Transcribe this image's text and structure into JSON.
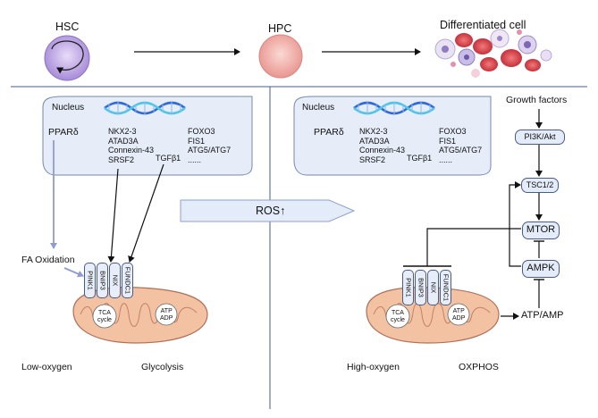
{
  "top": {
    "hsc_label": "HSC",
    "hpc_label": "HPC",
    "diff_label": "Differentiated cell"
  },
  "left": {
    "nucleus_label": "Nucleus",
    "ppar_label": "PPARδ",
    "genes_col1": [
      "NKX2-3",
      "ATAD3A",
      "Connexin-43",
      "SRSF2"
    ],
    "genes_tgf": "TGFβ1",
    "genes_col2": [
      "FOXO3",
      "FIS1",
      "ATG5/ATG7",
      "......"
    ],
    "fa_label": "FA Oxidation",
    "proteins": [
      "PINK1",
      "BNIP3",
      "NIX",
      "FUNDC1"
    ],
    "tca_label": "TCA\ncycle",
    "atp_label": "ATP\nADP",
    "oxygen_label": "Low-oxygen",
    "metab_label": "Glycolysis"
  },
  "middle": {
    "ros_label": "ROS↑"
  },
  "right": {
    "nucleus_label": "Nucleus",
    "ppar_label": "PPARδ",
    "genes_col1": [
      "NKX2-3",
      "ATAD3A",
      "Connexin-43",
      "SRSF2"
    ],
    "genes_tgf": "TGFβ1",
    "genes_col2": [
      "FOXO3",
      "FIS1",
      "ATG5/ATG7",
      "......"
    ],
    "proteins": [
      "PINK1",
      "BNIP3",
      "NIX",
      "FUNDC1"
    ],
    "tca_label": "TCA\ncycle",
    "atp_label": "ATP\nADP",
    "oxygen_label": "High-oxygen",
    "metab_label": "OXPHOS",
    "growth_factors": "Growth factors",
    "pi3k": "PI3K/Akt",
    "tsc": "TSC1/2",
    "mtor": "MTOR",
    "ampk": "AMPK",
    "atp_amp": "ATP/AMP"
  },
  "colors": {
    "panel_fill": "#e6edf9",
    "panel_stroke": "#7788aa",
    "dna_blue": "#2f6ad8",
    "dna_cyan": "#4fc6e8",
    "arrow_purple": "#8f9bd3",
    "mito_fill": "#f2c2a3",
    "mito_stroke": "#b0705a",
    "hsc_fill": "#c9b5e8",
    "hpc_fill": "#f2b6b0",
    "divider": "#4a5c85"
  }
}
